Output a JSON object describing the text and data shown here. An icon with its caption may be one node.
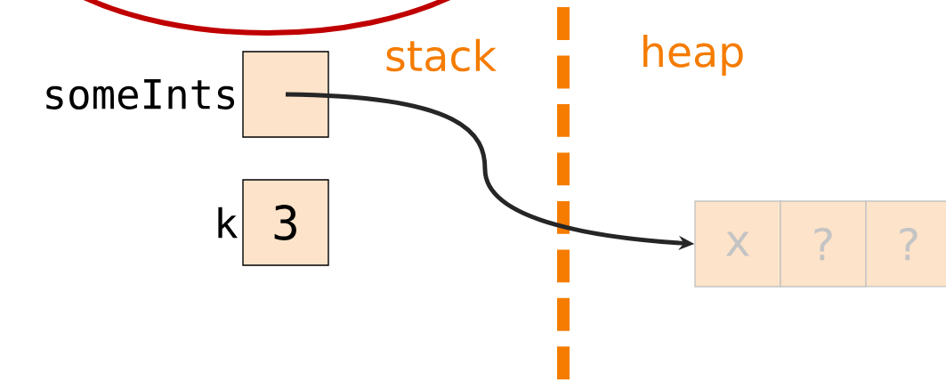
{
  "diagram": {
    "nodes": [
      {
        "text": [],
        "shape": "box",
        "beside": [
          "someInts"
        ]
      },
      {
        "text": [
          "3"
        ],
        "beside": [
          "k"
        ]
      },
      {
        "text": [
          "x"
        ]
      },
      {
        "text": [
          "?"
        ]
      },
      {
        "text": [
          "?"
        ]
      }
    ],
    "edges": [
      {
        "from": 0,
        "to": 2,
        "arrow": "to"
      }
    ],
    "labels": [
      "stack",
      "heap"
    ]
  }
}
